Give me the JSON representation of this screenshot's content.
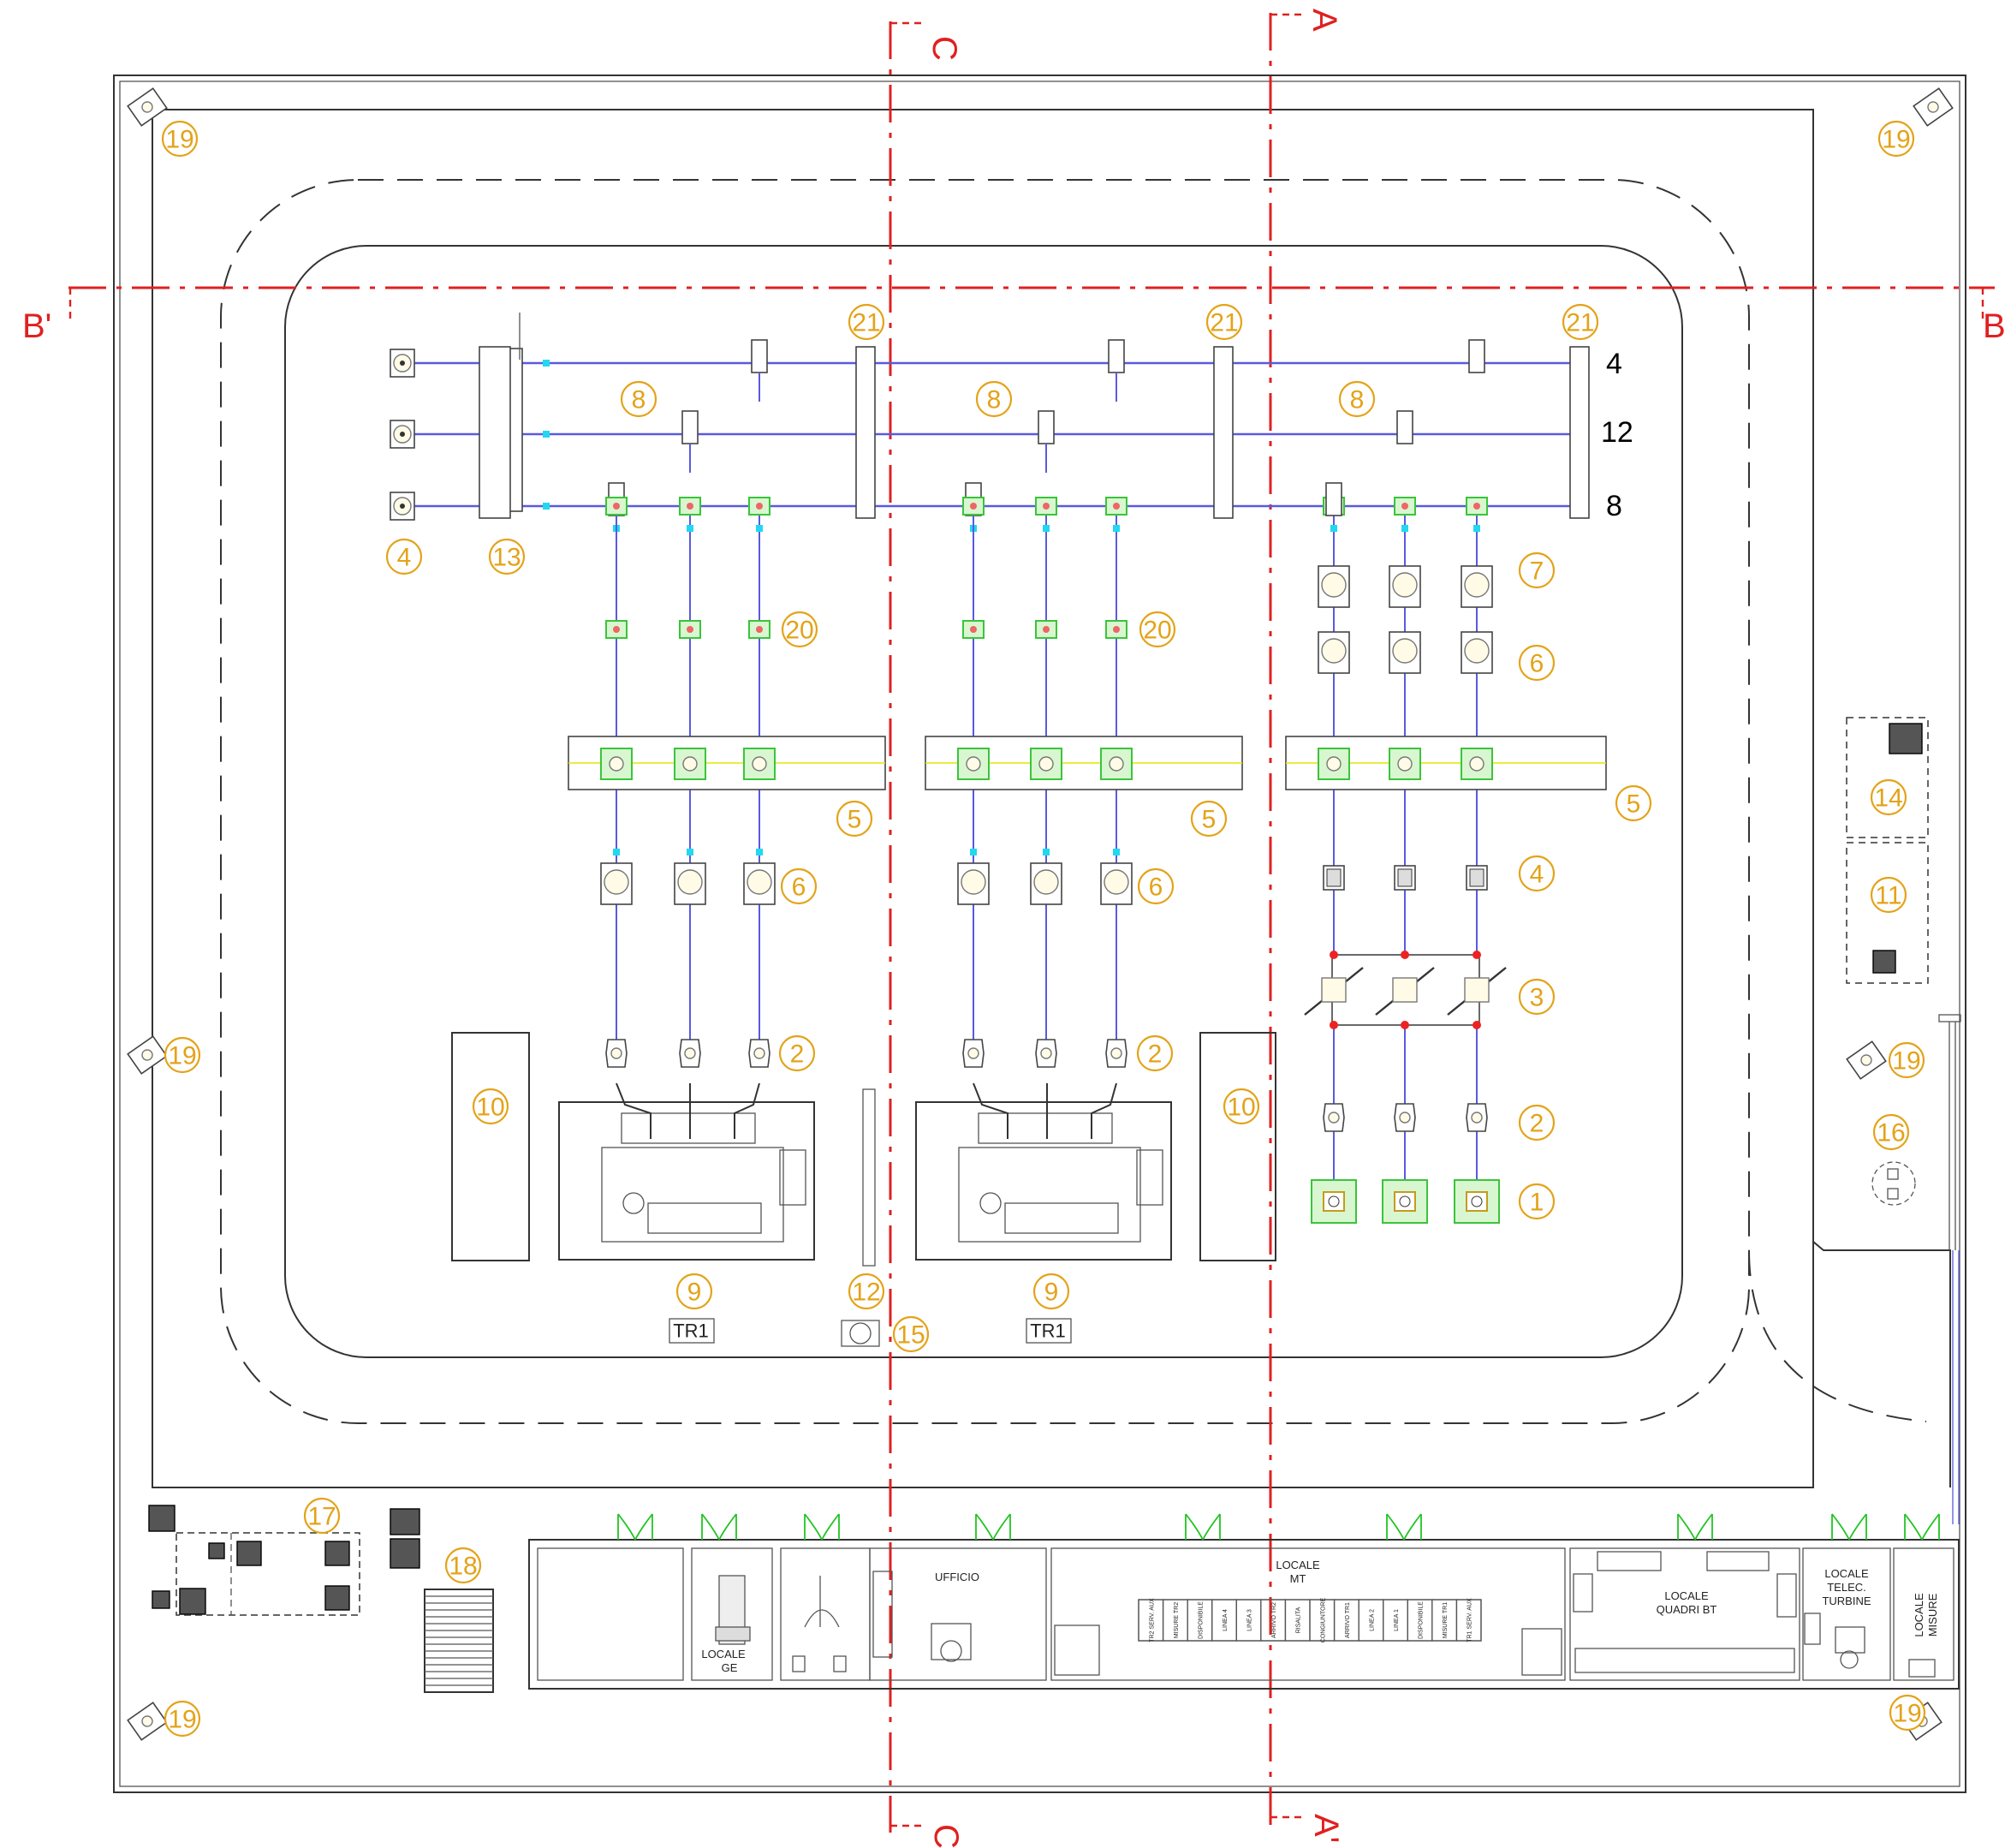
{
  "section_markers": {
    "A_top": "A",
    "A_bottom": "A'",
    "B_left": "B'",
    "B_right": "B",
    "C_top": "C",
    "C_bottom": "C'"
  },
  "busbar_labels": {
    "top": "4",
    "middle": "12",
    "bottom": "8"
  },
  "markers": {
    "m1": "1",
    "m2": "2",
    "m3": "3",
    "m4": "4",
    "m5": "5",
    "m6": "6",
    "m7": "7",
    "m8": "8",
    "m9": "9",
    "m10": "10",
    "m11": "11",
    "m12": "12",
    "m13": "13",
    "m14": "14",
    "m15": "15",
    "m16": "16",
    "m17": "17",
    "m18": "18",
    "m19": "19",
    "m20": "20",
    "m21": "21"
  },
  "transformer_tags": {
    "left": "TR1",
    "right": "TR1"
  },
  "rooms": {
    "ge_line1": "LOCALE",
    "ge_line2": "GE",
    "office": "UFFICIO",
    "mt_line1": "LOCALE",
    "mt_line2": "MT",
    "bt_line1": "LOCALE",
    "bt_line2": "QUADRI  BT",
    "telec_line1": "LOCALE",
    "telec_line2": "TELEC.",
    "telec_line3": "TURBINE",
    "misure_line1": "LOCALE",
    "misure_line2": "MISURE"
  },
  "mv_panels": [
    "TR2\nSERV. AUX",
    "MISURE\nTR2",
    "DISPONIBILE",
    "LINEA 4",
    "LINEA 3",
    "ARRIVO\nTR2",
    "RISALITA",
    "CONGIUNTORE",
    "ARRIVO\nTR1",
    "LINEA 2",
    "LINEA 1",
    "DISPONIBILE",
    "MISURE\nTR1",
    "TR1\nSERV. AUX"
  ],
  "colors": {
    "section_line": "#e02020",
    "marker": "#e3a319",
    "busbar": "#5a5adf",
    "equipment_green": "#3bc43b",
    "connector_cyan": "#21d8f0"
  }
}
